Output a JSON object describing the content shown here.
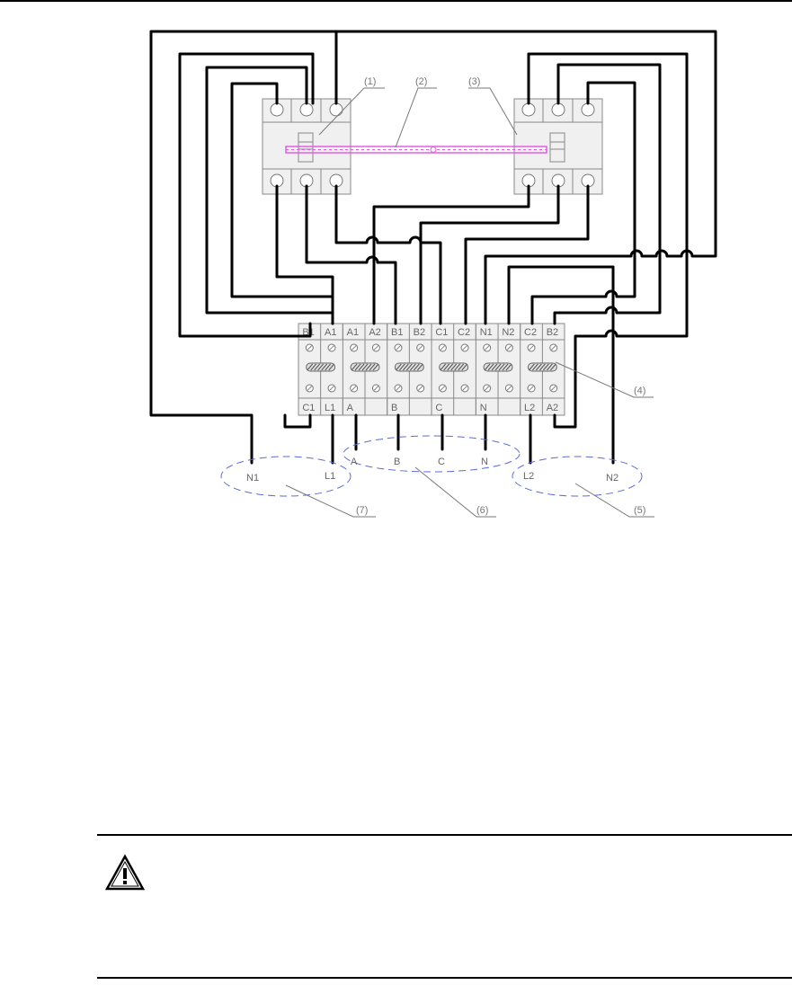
{
  "callouts": [
    "(1)",
    "(2)",
    "(3)",
    "(4)",
    "(5)",
    "(6)",
    "(7)"
  ],
  "terminals_top": [
    "B1",
    "A1",
    "A1",
    "A2",
    "B1",
    "B2",
    "C1",
    "C2",
    "N1",
    "N2",
    "C2",
    "B2"
  ],
  "terminals_bottom": [
    "C1",
    "L1",
    "A",
    "",
    "B",
    "",
    "C",
    "",
    "N",
    "",
    "L2",
    "A2"
  ],
  "group_labels": {
    "n1": "N1",
    "l1": "L1",
    "a": "A",
    "b": "B",
    "c": "C",
    "n": "N",
    "l2": "L2",
    "n2": "N2"
  },
  "icons": {
    "warning": "warning-triangle-icon"
  },
  "colors": {
    "interlock": "#e060e0",
    "ellipse": "#5b6bd6",
    "wire": "#000000"
  }
}
